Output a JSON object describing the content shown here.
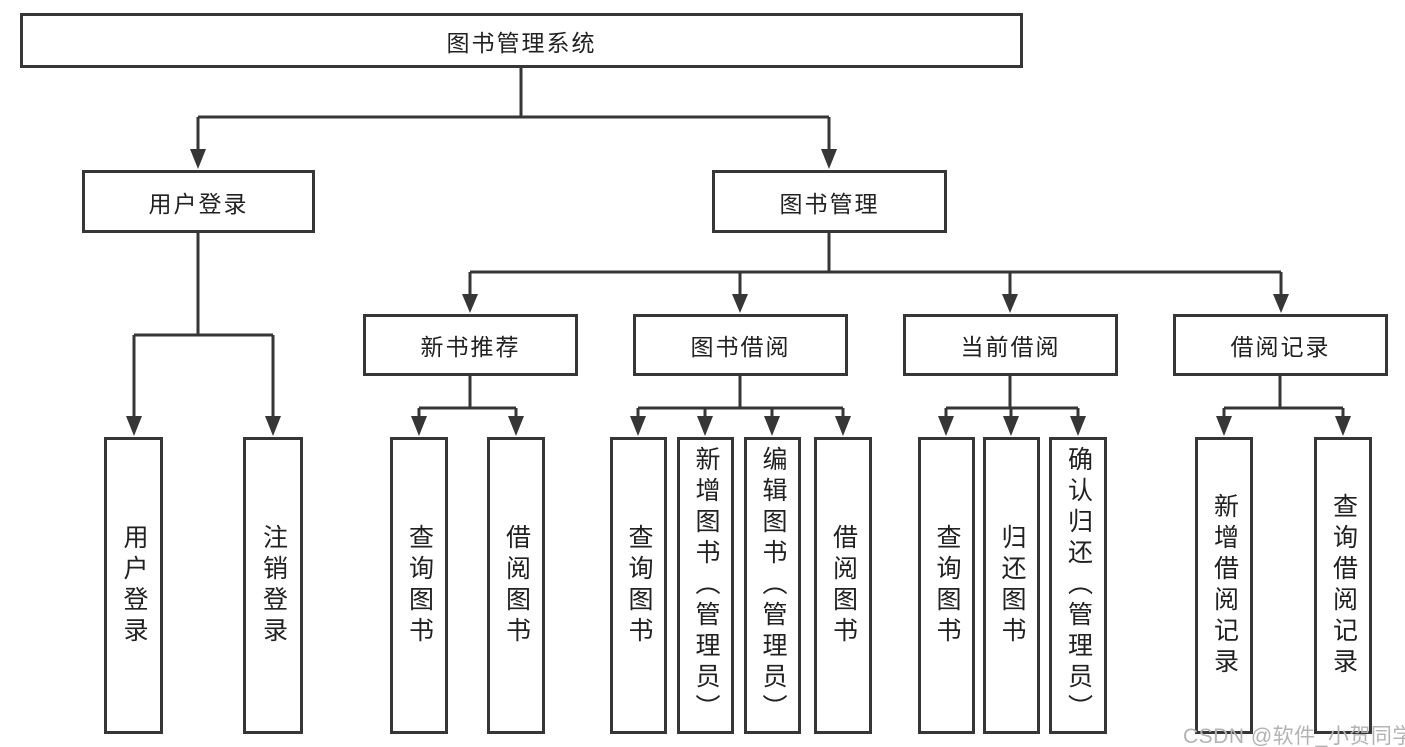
{
  "nodes": {
    "root": {
      "label": "图书管理系统"
    },
    "level2": [
      {
        "label": "用户登录"
      },
      {
        "label": "图书管理"
      }
    ],
    "level3": [
      {
        "parent": "图书管理",
        "label": "新书推荐"
      },
      {
        "parent": "图书管理",
        "label": "图书借阅"
      },
      {
        "parent": "图书管理",
        "label": "当前借阅"
      },
      {
        "parent": "图书管理",
        "label": "借阅记录"
      }
    ],
    "leaves": [
      {
        "parent": "用户登录",
        "label": "用户登录"
      },
      {
        "parent": "用户登录",
        "label": "注销登录"
      },
      {
        "parent": "新书推荐",
        "label": "查询图书"
      },
      {
        "parent": "新书推荐",
        "label": "借阅图书"
      },
      {
        "parent": "图书借阅",
        "label": "查询图书"
      },
      {
        "parent": "图书借阅",
        "label": "新增图书（管理员）"
      },
      {
        "parent": "图书借阅",
        "label": "编辑图书（管理员）"
      },
      {
        "parent": "图书借阅",
        "label": "借阅图书"
      },
      {
        "parent": "当前借阅",
        "label": "查询图书"
      },
      {
        "parent": "当前借阅",
        "label": "归还图书"
      },
      {
        "parent": "当前借阅",
        "label": "确认归还（管理员）"
      },
      {
        "parent": "借阅记录",
        "label": "新增借阅记录"
      },
      {
        "parent": "借阅记录",
        "label": "查询借阅记录"
      }
    ]
  },
  "watermark": {
    "text": "CSDN @软件_小贺同学"
  },
  "colors": {
    "line": "#363636",
    "text": "#212121",
    "watermark": "#b3b3b3",
    "background": "#ffffff"
  }
}
